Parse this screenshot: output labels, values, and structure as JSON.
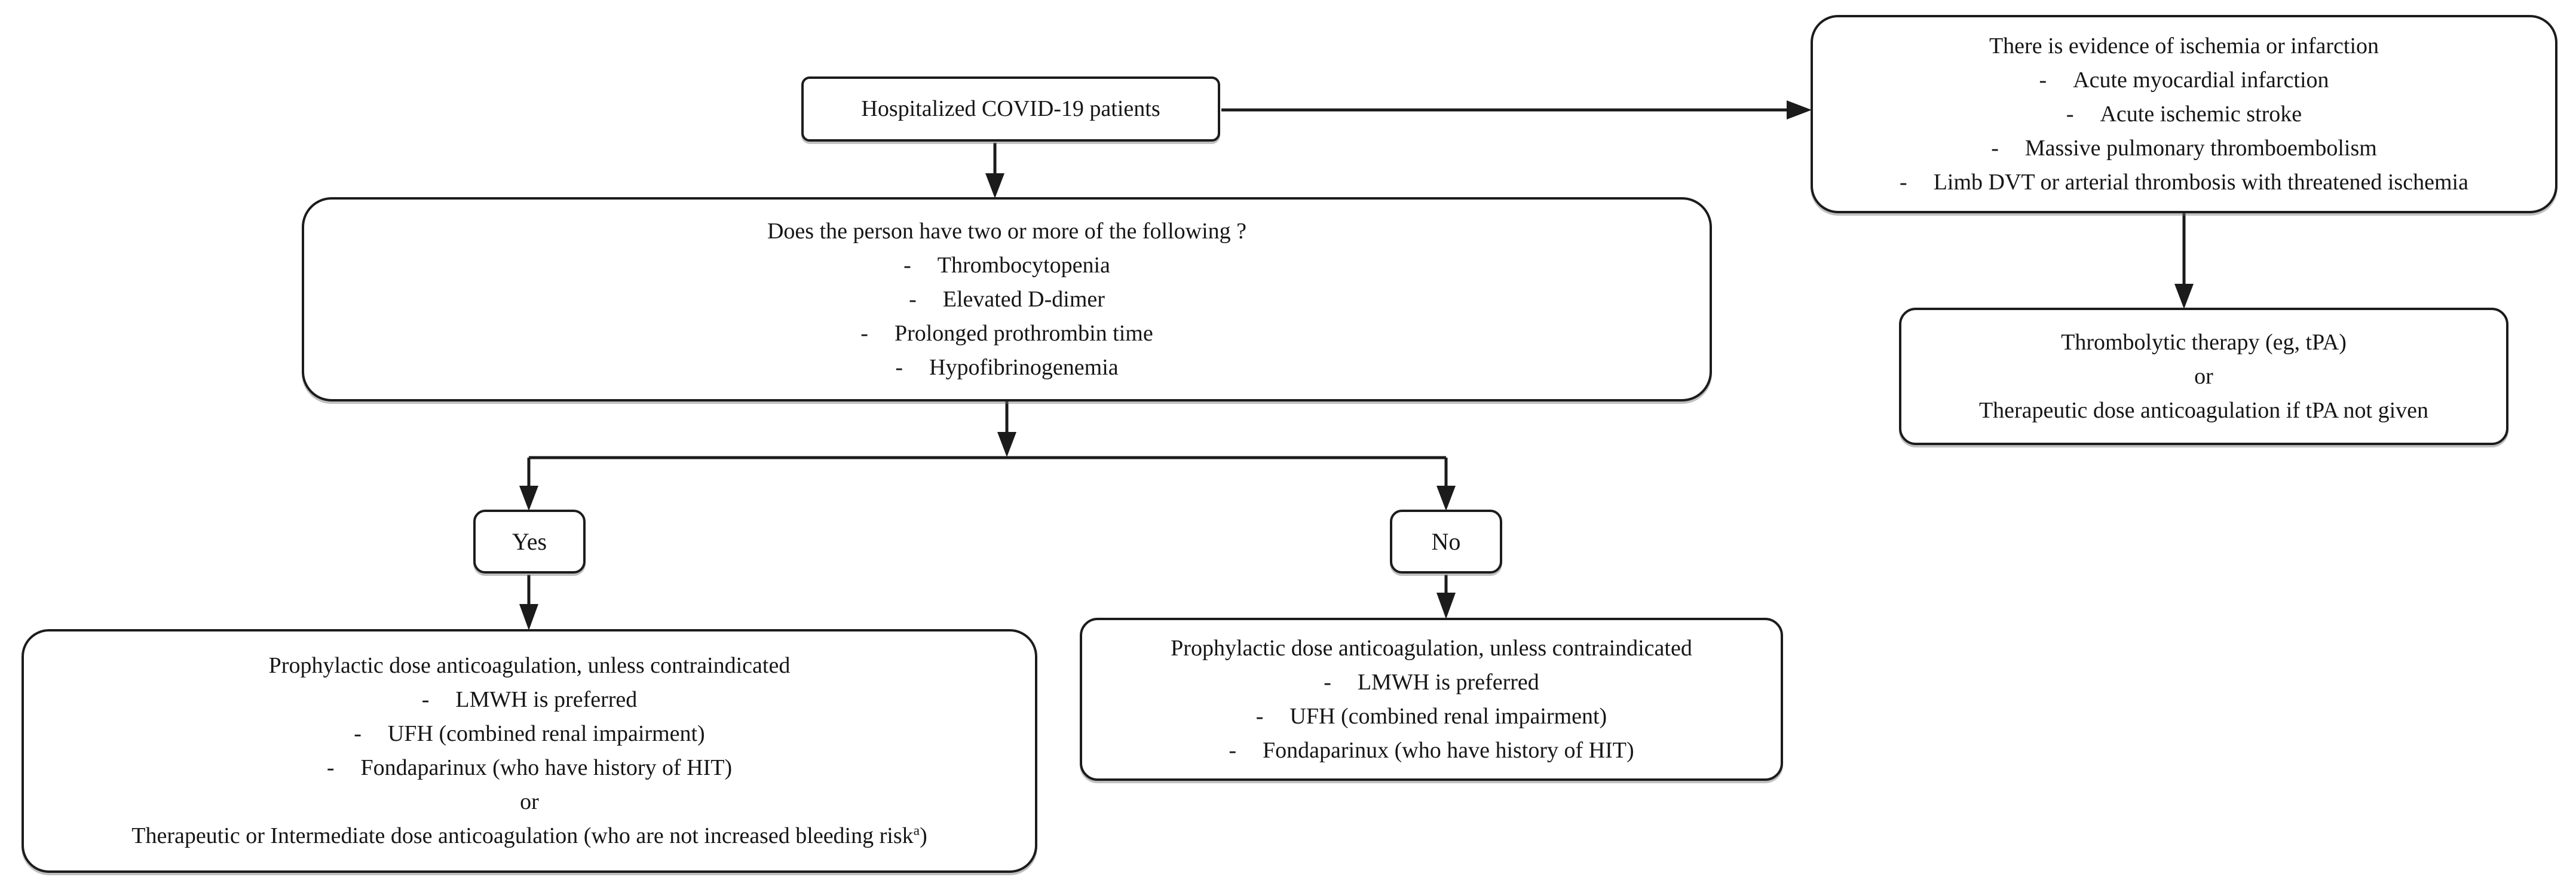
{
  "colors": {
    "background": "#ffffff",
    "box_border": "#1c1c1c",
    "text": "#161616",
    "line": "#1b1b1b"
  },
  "bullet_char": "-",
  "nodes": {
    "start": {
      "label": "Hospitalized COVID-19 patients"
    },
    "ischemia": {
      "title": "There is evidence of ischemia or infarction",
      "items": [
        "Acute myocardial infarction",
        "Acute ischemic stroke",
        "Massive pulmonary thromboembolism",
        "Limb DVT or arterial thrombosis with threatened ischemia"
      ]
    },
    "thrombolytic": {
      "lines": [
        "Thrombolytic therapy (eg, tPA)",
        "or",
        "Therapeutic dose anticoagulation if tPA not given"
      ]
    },
    "question": {
      "title": "Does the person have two or more of the following ?",
      "items": [
        "Thrombocytopenia",
        "Elevated D-dimer",
        "Prolonged prothrombin time",
        "Hypofibrinogenemia"
      ]
    },
    "yes": {
      "label": "Yes"
    },
    "no": {
      "label": "No"
    },
    "yes_outcome": {
      "title": "Prophylactic dose anticoagulation, unless contraindicated",
      "items": [
        "LMWH is preferred",
        "UFH (combined renal impairment)",
        "Fondaparinux (who have history of HIT)"
      ],
      "or_label": "or",
      "final": {
        "text": "Therapeutic or Intermediate dose anticoagulation (who are not increased bleeding risk",
        "superscript": "a",
        "suffix": ")"
      }
    },
    "no_outcome": {
      "title": "Prophylactic dose anticoagulation, unless contraindicated",
      "items": [
        "LMWH is preferred",
        "UFH (combined renal impairment)",
        "Fondaparinux (who have history of HIT)"
      ]
    }
  }
}
